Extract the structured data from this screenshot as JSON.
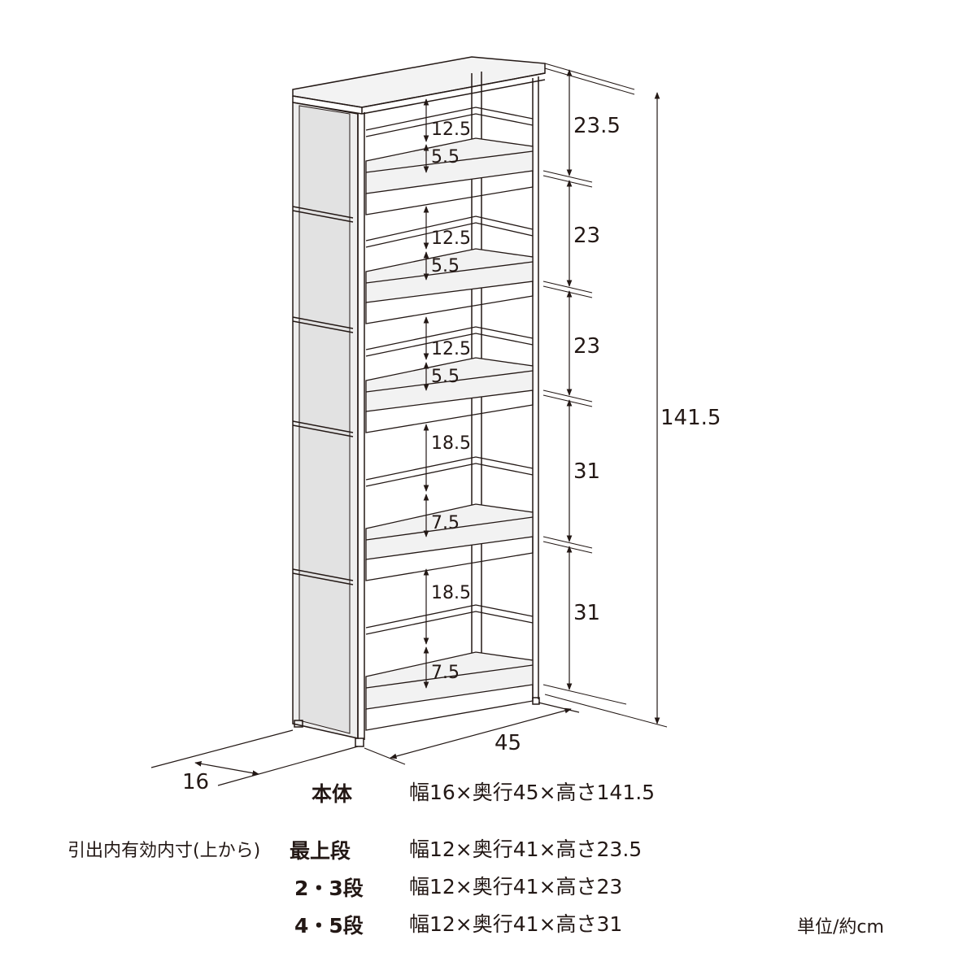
{
  "diagram": {
    "overall_dimensions": {
      "total_height": "141.5",
      "depth": "45",
      "width": "16"
    },
    "section_heights": [
      {
        "label": "23.5"
      },
      {
        "label": "23"
      },
      {
        "label": "23"
      },
      {
        "label": "31"
      },
      {
        "label": "31"
      }
    ],
    "inner_dimensions": [
      {
        "upper": "12.5",
        "lower": "5.5"
      },
      {
        "upper": "12.5",
        "lower": "5.5"
      },
      {
        "upper": "12.5",
        "lower": "5.5"
      },
      {
        "upper": "18.5",
        "lower": "7.5"
      },
      {
        "upper": "18.5",
        "lower": "7.5"
      }
    ]
  },
  "specs": {
    "body": {
      "label": "本体",
      "value": "幅16×奥行45×高さ141.5"
    },
    "inner_note": "引出内有効内寸(上から)",
    "rows": [
      {
        "label": "最上段",
        "value": "幅12×奥行41×高さ23.5"
      },
      {
        "label": "2・3段",
        "value": "幅12×奥行41×高さ23"
      },
      {
        "label": "4・5段",
        "value": "幅12×奥行41×高さ31"
      }
    ],
    "unit": "単位/約cm"
  }
}
